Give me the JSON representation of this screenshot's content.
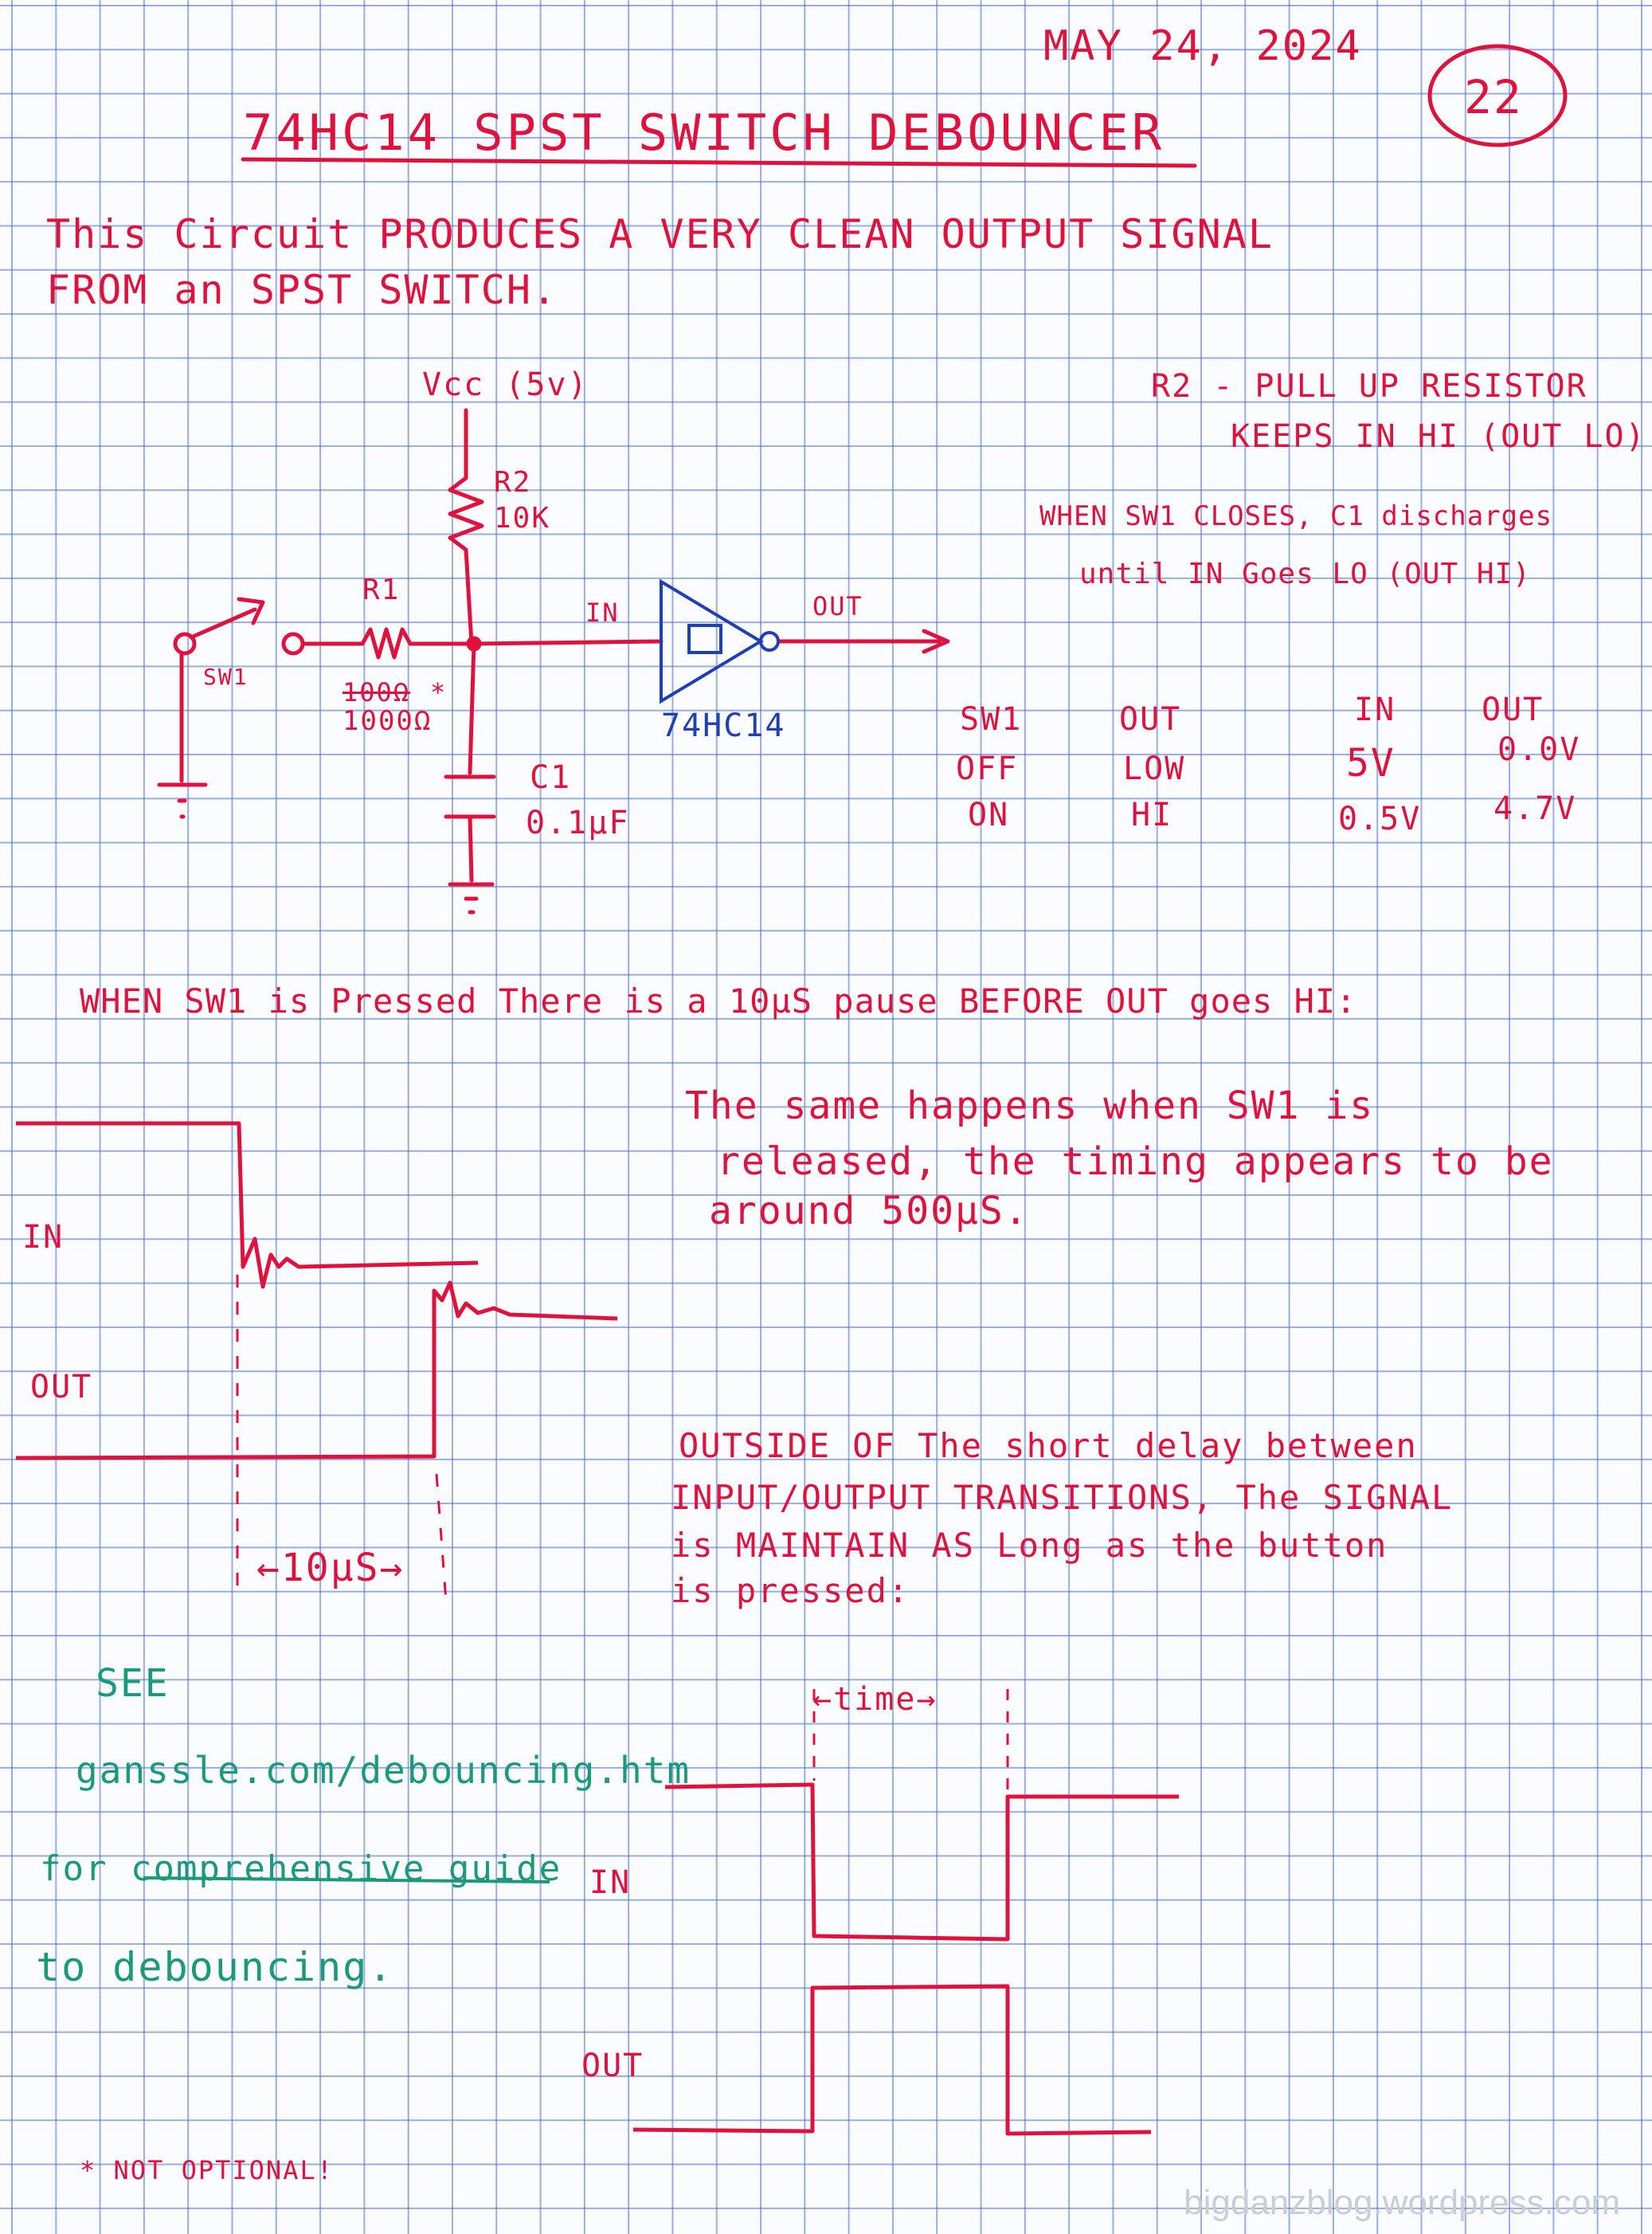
{
  "header": {
    "date": "MAY 24, 2024",
    "page_number": "22",
    "title": "74HC14 SPST SWITCH DEBOUNCER"
  },
  "intro": {
    "line1": "This Circuit PRODUCES A VERY CLEAN OUTPUT SIGNAL",
    "line2": "FROM an SPST SWITCH."
  },
  "schematic": {
    "vcc_label": "Vcc (5v)",
    "r2_label": "R2",
    "r2_value": "10K",
    "r1_label": "R1",
    "r1_struck": "100Ω",
    "r1_value": "1000Ω",
    "r1_asterisk": "*",
    "switch_label": "SW1",
    "in_label": "IN",
    "out_label": "OUT",
    "chip_label": "74HC14",
    "c1_label": "C1",
    "c1_value": "0.1µF"
  },
  "notes": {
    "r2_note_1": "R2 - PULL UP RESISTOR",
    "r2_note_2": "KEEPS IN HI (OUT LO).",
    "sw_note_1": "WHEN SW1 CLOSES, C1 discharges",
    "sw_note_2": "until IN Goes LO (OUT HI)"
  },
  "truth_tables": {
    "left": {
      "headers": [
        "SW1",
        "OUT"
      ],
      "rows": [
        [
          "OFF",
          "LOW"
        ],
        [
          "ON",
          "HI"
        ]
      ]
    },
    "right": {
      "headers": [
        "IN",
        "OUT"
      ],
      "rows": [
        [
          "5V",
          "0.0V"
        ],
        [
          "0.5V",
          "4.7V"
        ]
      ]
    }
  },
  "pause_note": "WHEN SW1 is Pressed There is a 10µS pause BEFORE OUT goes HI:",
  "release_note": {
    "line1": "The same happens when SW1 is",
    "line2": "released, the timing appears to be",
    "line3": "around 500µS."
  },
  "waveform1": {
    "in_label": "IN",
    "out_label": "OUT",
    "delay_label": "←10µS→"
  },
  "maintain_note": {
    "line1": "OUTSIDE OF The short delay between",
    "line2": "INPUT/OUTPUT TRANSITIONS, The SIGNAL",
    "line3": "is MAINTAIN AS Long as the button",
    "line4": "is pressed:"
  },
  "waveform2": {
    "time_label": "←time→",
    "in_label": "IN",
    "out_label": "OUT"
  },
  "reference": {
    "see": "SEE",
    "url": "ganssle.com/debouncing.htm",
    "line3": "for comprehensive guide",
    "line4": "to debouncing."
  },
  "footnote": "* NOT OPTIONAL!",
  "watermark": "bigdanzblog.wordpress.com",
  "colors": {
    "red_ink": "#e0123d",
    "blue_ink": "#1f3fb5",
    "green_ink": "#1a9a7a"
  }
}
